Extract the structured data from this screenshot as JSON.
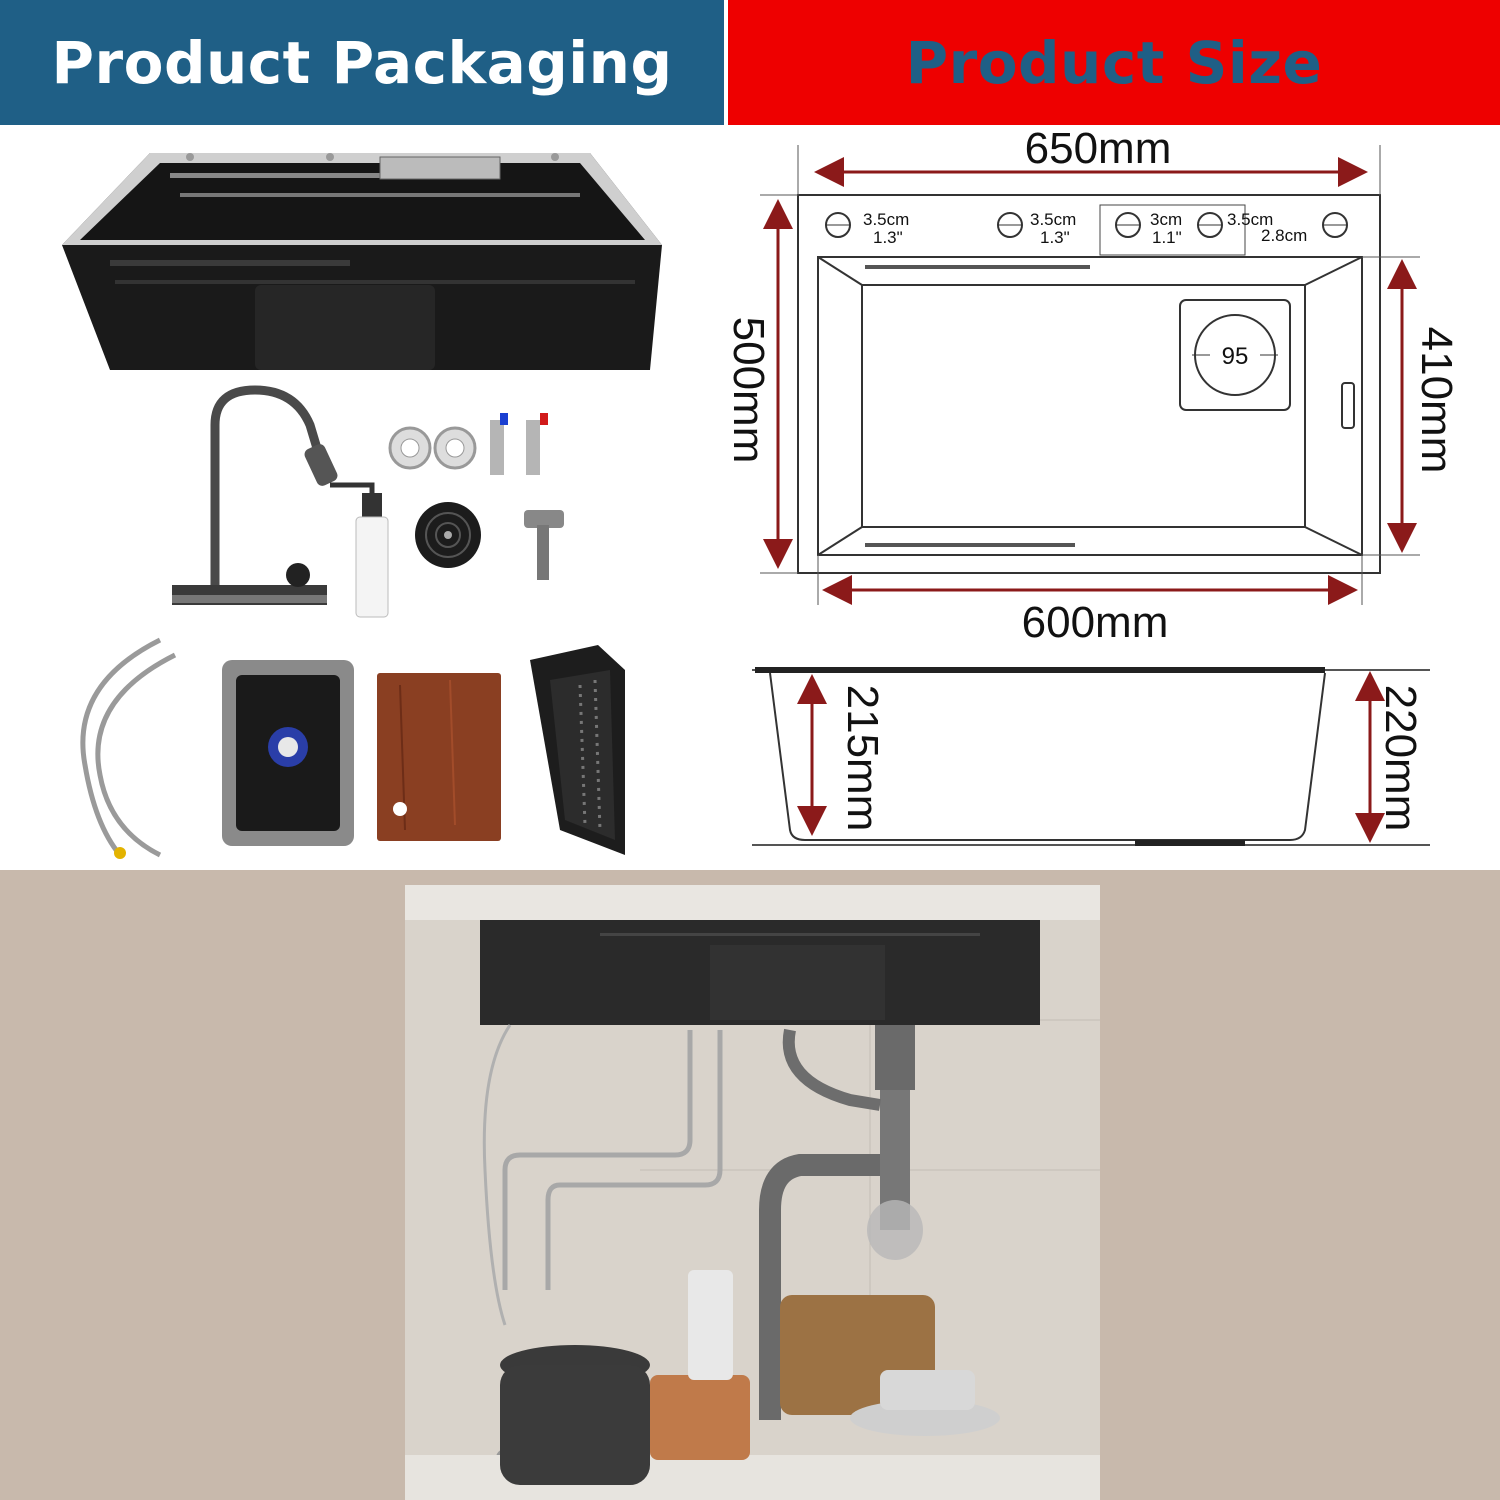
{
  "banners": {
    "left": "Product Packaging",
    "right": "Product Size"
  },
  "dimensions": {
    "top_width": "650mm",
    "bottom_width": "600mm",
    "outer_depth": "500mm",
    "inner_depth": "410mm",
    "inner_height": "215mm",
    "outer_height": "220mm",
    "drain_diameter": "95",
    "holes": [
      {
        "cm": "3.5cm",
        "inch": "1.3\""
      },
      {
        "cm": "3.5cm",
        "inch": "1.3\""
      },
      {
        "cm": "3cm",
        "inch": "1.1\""
      },
      {
        "cm": "3.5cm",
        "inch": ""
      },
      {
        "cm": "2.8cm",
        "inch": ""
      }
    ]
  },
  "colors": {
    "banner_blue": "#1f5f86",
    "banner_red": "#ee0000",
    "arrow_red": "#8b1a1a",
    "sink_black": "#1e1e1e",
    "cabinet_bg": "#c9bbae"
  }
}
